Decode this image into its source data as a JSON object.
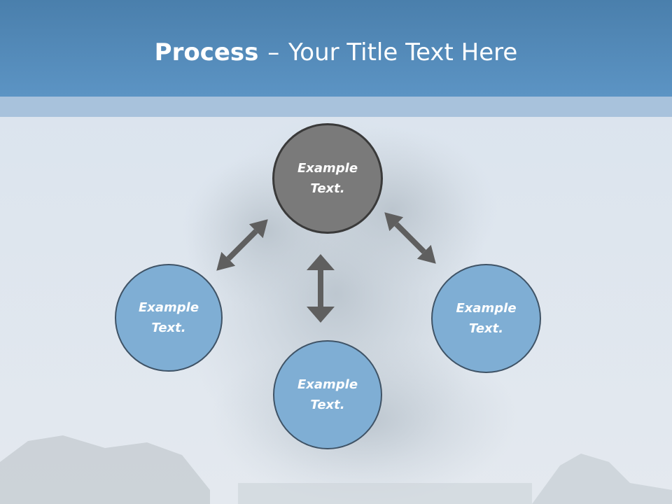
{
  "slide": {
    "title_bold": "Process",
    "title_separator": "–",
    "title_rest": "Your Title Text Here"
  },
  "diagram": {
    "nodes": [
      {
        "id": "top",
        "label": "Example Text.",
        "fill": "#7a7a7a"
      },
      {
        "id": "left",
        "label": "Example Text.",
        "fill": "#7faed4"
      },
      {
        "id": "bottom",
        "label": "Example Text.",
        "fill": "#7faed4"
      },
      {
        "id": "right",
        "label": "Example Text.",
        "fill": "#7faed4"
      }
    ],
    "arrows": [
      {
        "id": "top-left",
        "type": "double-headed"
      },
      {
        "id": "top-right",
        "type": "double-headed"
      },
      {
        "id": "vertical-center",
        "type": "double-headed"
      }
    ]
  },
  "colors": {
    "header": "#5c94c4",
    "header_band": "#a8c2dc",
    "arrow": "#5f5f5f",
    "node_outline": "#3f5366"
  }
}
